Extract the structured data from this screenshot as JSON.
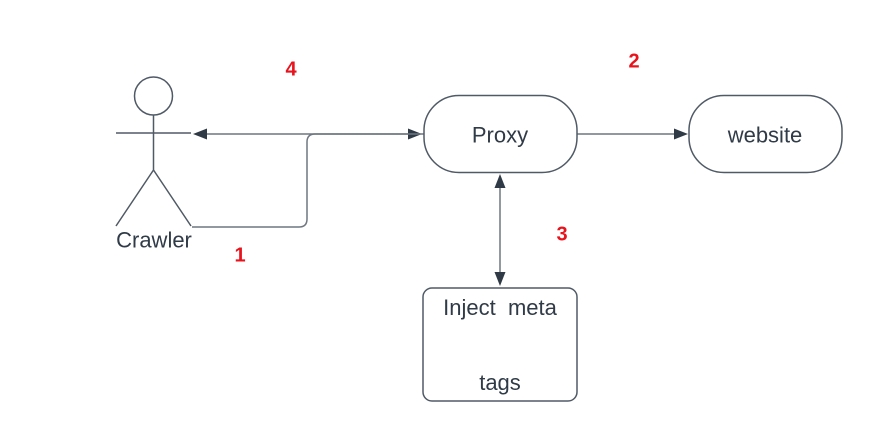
{
  "colors": {
    "bg": "#ffffff",
    "shape-stroke": "#505a66",
    "connector": "#6f7780",
    "arrowhead": "#2f3a46",
    "text": "#303b47",
    "red": "#e8131c"
  },
  "nodes": {
    "crawler": {
      "label": "Crawler"
    },
    "proxy": {
      "label": "Proxy"
    },
    "website": {
      "label": "website"
    },
    "inject": {
      "lines": [
        "Inject  meta",
        "tags"
      ]
    }
  },
  "steps": [
    "1",
    "2",
    "3",
    "4"
  ]
}
